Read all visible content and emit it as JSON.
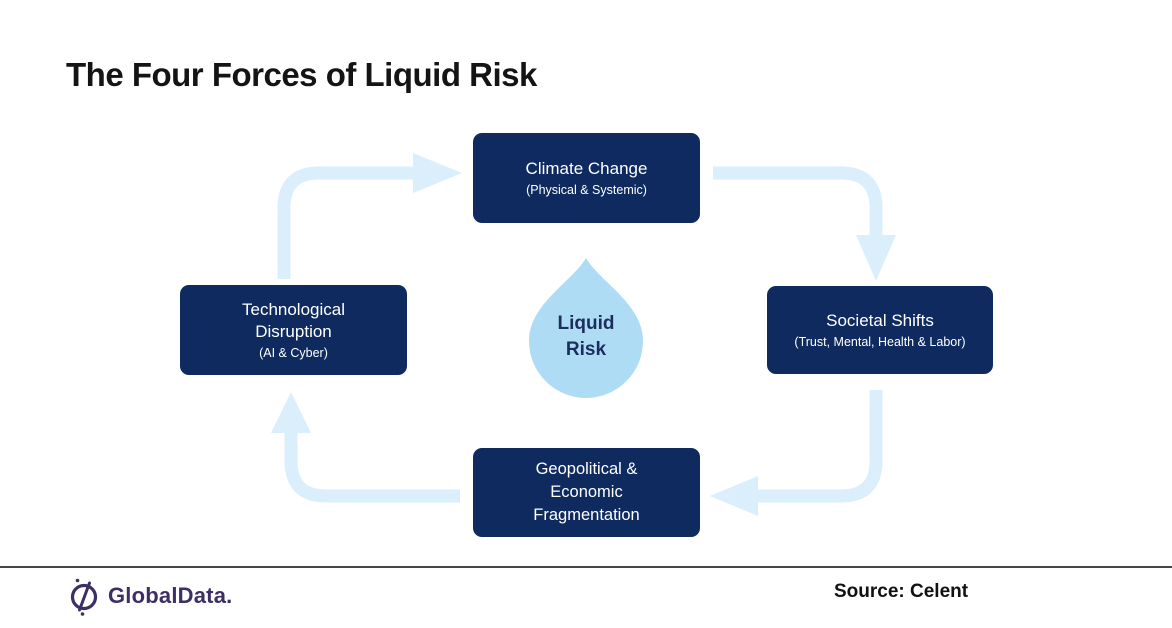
{
  "title": "The Four Forces of Liquid Risk",
  "colors": {
    "bg": "#ffffff",
    "navy": "#0e2a5f",
    "arrow": "#daeefb",
    "drop": "#aedcf5",
    "drop_text": "#1d2d5e",
    "box_text": "#ffffff",
    "title_text": "#141414",
    "rule": "#454545",
    "brand": "#3d2f66",
    "source_text": "#111111"
  },
  "diagram": {
    "top": {
      "label": "Climate Change",
      "sub": "(Physical & Systemic)"
    },
    "right": {
      "label": "Societal Shifts",
      "sub": "(Trust, Mental, Health & Labor)"
    },
    "bottom": {
      "label": "Geopolitical & Economic Fragmentation",
      "sub": ""
    },
    "left": {
      "label": "Technological Disruption",
      "sub": "(AI & Cyber)"
    },
    "center": {
      "label_line1": "Liquid",
      "label_line2": "Risk"
    },
    "flow_direction": "clockwise"
  },
  "footer": {
    "logo_text": "GlobalData.",
    "source": "Source: Celent"
  }
}
